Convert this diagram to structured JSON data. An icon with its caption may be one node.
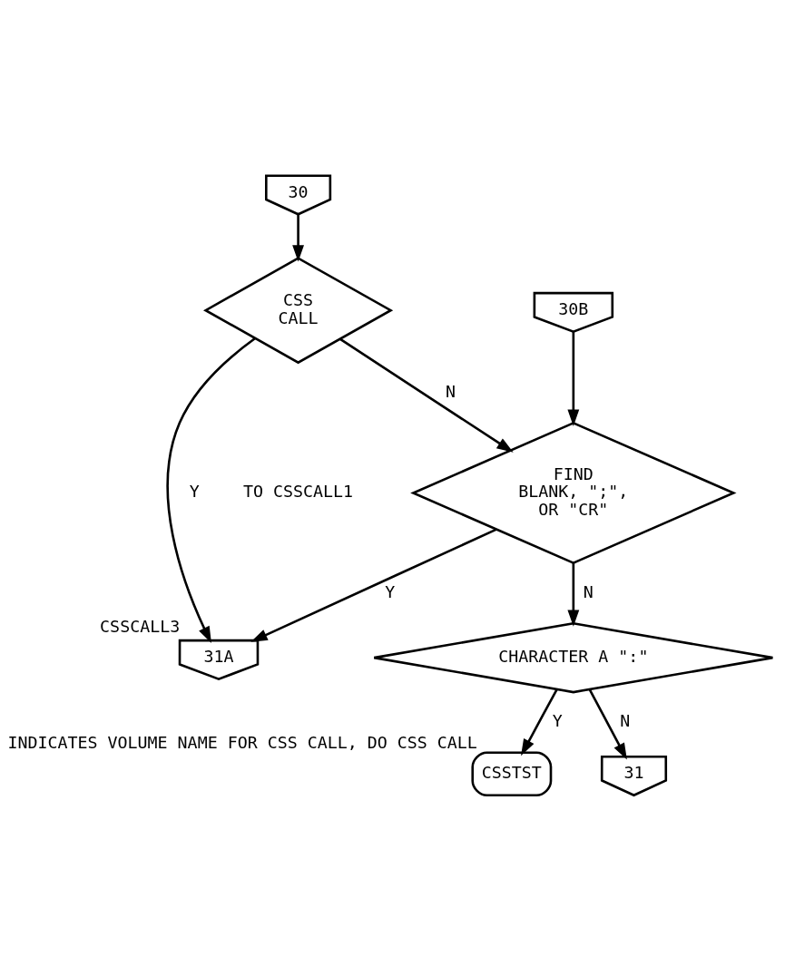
{
  "diagram": {
    "nodes": [
      {
        "text": [
          "30"
        ]
      },
      {
        "text": [
          "CSS CALL"
        ]
      },
      {
        "text": [
          "30B"
        ]
      },
      {
        "text": [
          "FIND BLANK, \";\", OR \"CR\""
        ]
      },
      {
        "text": [
          "31A"
        ],
        "beside": [
          "CSSCALL3"
        ]
      },
      {
        "text": [
          "CHARACTER A \":\""
        ]
      },
      {
        "text": [
          "CSSTST"
        ],
        "beside": [
          "INDICATES VOLUME NAME FOR CSS CALL, DO CSS CALL"
        ]
      },
      {
        "text": [
          "31"
        ]
      }
    ],
    "edges": [
      {
        "from": 0,
        "to": 1,
        "arrow": "to"
      },
      {
        "from": 1,
        "to": 4,
        "arrow": "to",
        "label": "Y"
      },
      {
        "from": 1,
        "to": 3,
        "arrow": "to",
        "label": "N"
      },
      {
        "from": 2,
        "to": 3,
        "arrow": "to"
      },
      {
        "from": 3,
        "to": 4,
        "arrow": "to",
        "label": "Y"
      },
      {
        "from": 3,
        "to": 5,
        "arrow": "to",
        "label": "N"
      },
      {
        "from": 5,
        "to": 6,
        "arrow": "to",
        "label": "Y"
      },
      {
        "from": 5,
        "to": 7,
        "arrow": "to",
        "label": "N"
      }
    ],
    "labels": [
      "TO CSSCALL1"
    ]
  }
}
